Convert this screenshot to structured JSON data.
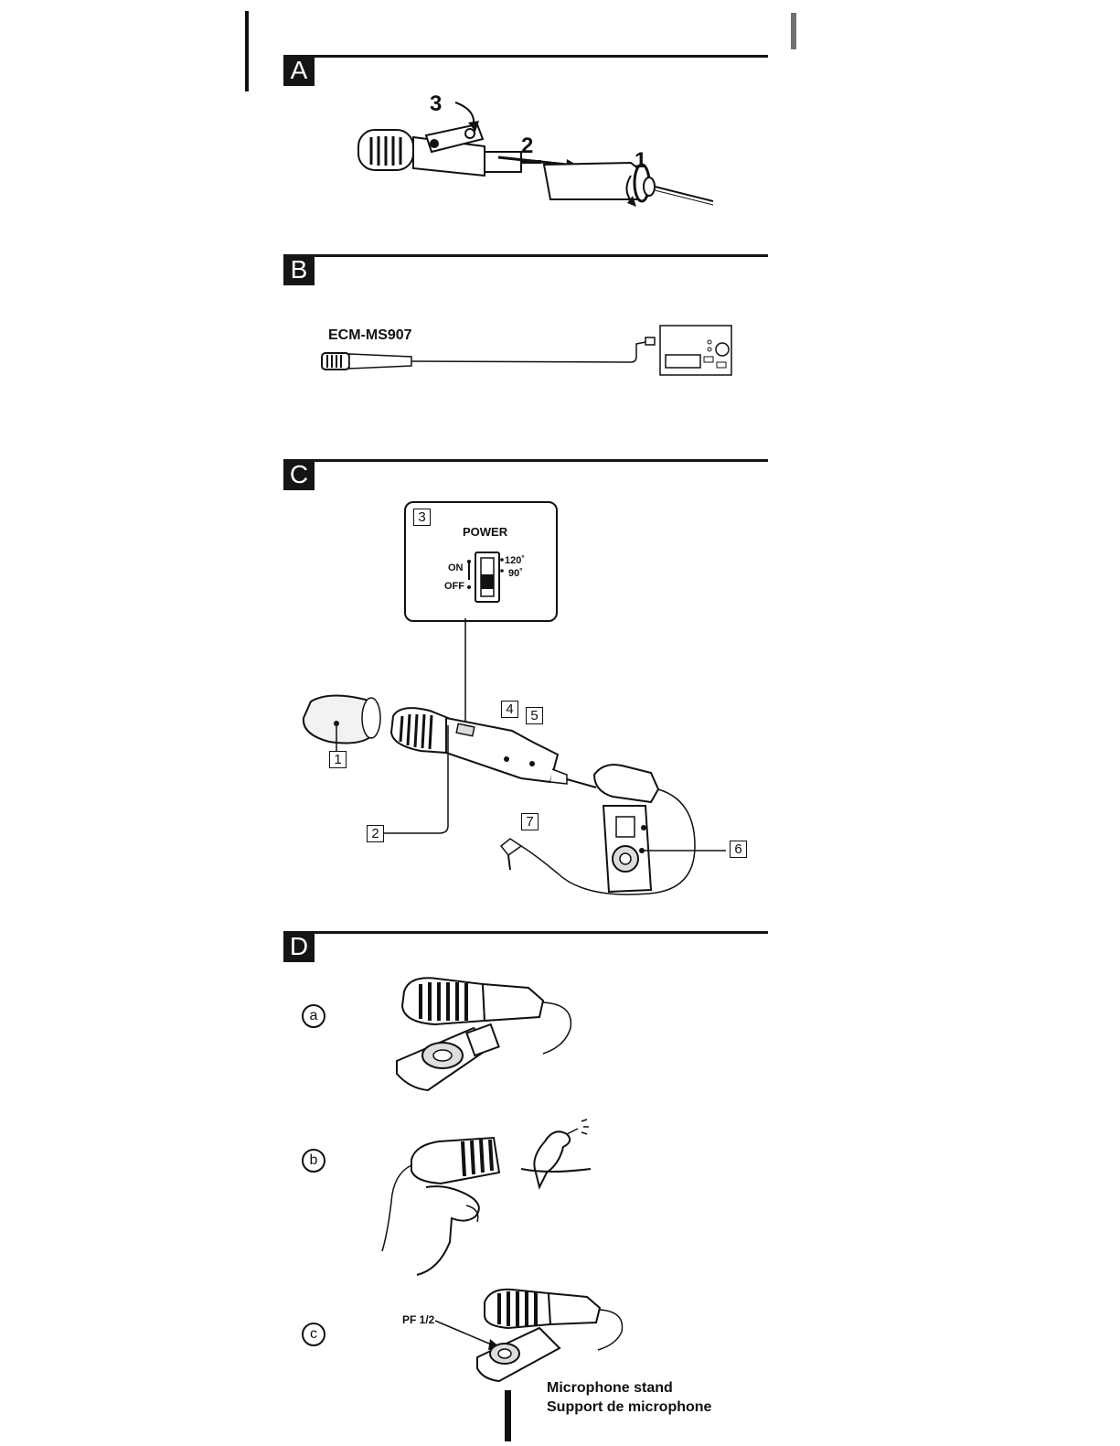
{
  "sections": {
    "a": {
      "letter": "A",
      "steps": [
        "3",
        "2",
        "1"
      ]
    },
    "b": {
      "letter": "B",
      "model_label": "ECM-MS907"
    },
    "c": {
      "letter": "C",
      "power_title": "POWER",
      "switch_on": "ON",
      "switch_off": "OFF",
      "angle_120": "120˚",
      "angle_90": "90˚",
      "callouts": [
        "1",
        "2",
        "3",
        "4",
        "5",
        "6",
        "7"
      ]
    },
    "d": {
      "letter": "D",
      "cases": [
        "a",
        "b",
        "c"
      ],
      "thread_label": "PF 1/2",
      "caption_en": "Microphone stand",
      "caption_fr": "Support de microphone"
    }
  }
}
